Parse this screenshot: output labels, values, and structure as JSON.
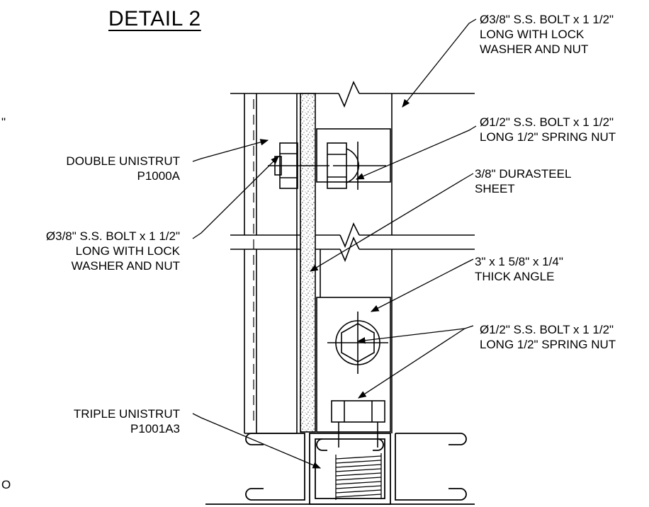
{
  "title": "DETAIL 2",
  "edge_marks": {
    "top_left": "\"",
    "bottom_left": "O"
  },
  "callouts": {
    "top_bolt": [
      "Ø3/8\" S.S. BOLT x 1 1/2\"",
      "LONG WITH LOCK",
      "WASHER AND NUT"
    ],
    "spring_nut_upper": [
      "Ø1/2\" S.S. BOLT x 1 1/2\"",
      "LONG 1/2\" SPRING NUT"
    ],
    "durasteel": [
      "3/8\" DURASTEEL",
      "SHEET"
    ],
    "angle": [
      "3\" x 1 5/8\" x 1/4\"",
      "THICK ANGLE"
    ],
    "spring_nut_lower": [
      "Ø1/2\" S.S. BOLT x 1 1/2\"",
      "LONG 1/2\" SPRING NUT"
    ],
    "double_unistrut": [
      "DOUBLE UNISTRUT",
      "P1000A"
    ],
    "left_bolt": [
      "Ø3/8\" S.S. BOLT x 1 1/2\"",
      "LONG WITH LOCK",
      "WASHER AND NUT"
    ],
    "triple_unistrut": [
      "TRIPLE UNISTRUT",
      "P1001A3"
    ]
  }
}
